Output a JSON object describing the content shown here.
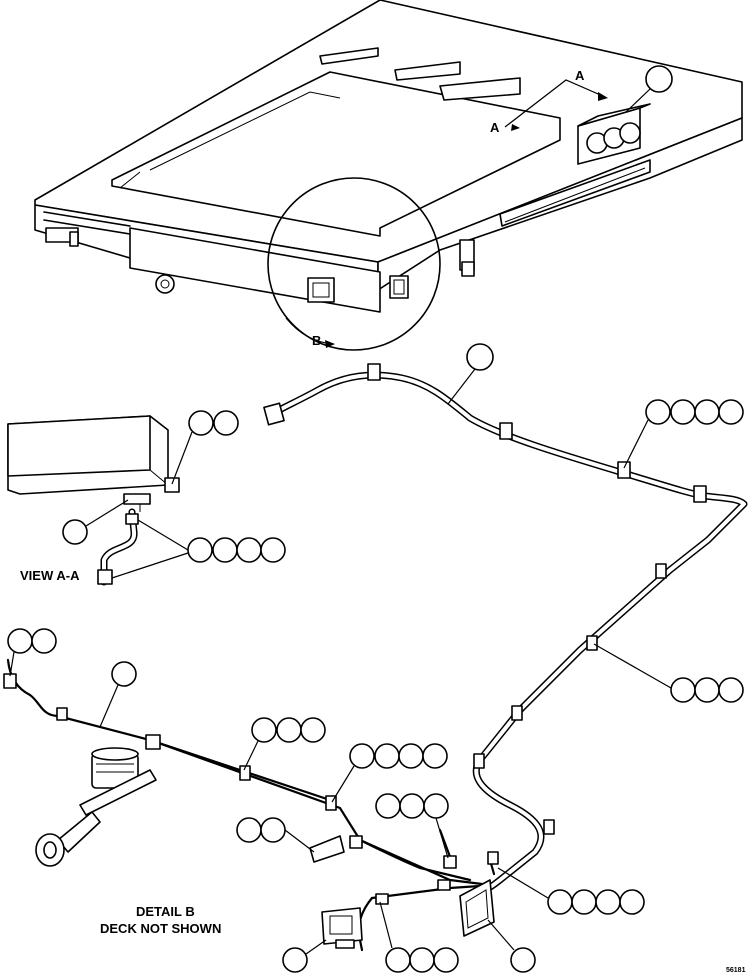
{
  "labels": {
    "view_a_left": "A",
    "view_a_right": "A",
    "detail_b_arrow": "B",
    "view_aa": "VIEW A-A",
    "detail_b_line1": "DETAIL B",
    "detail_b_line2": "DECK NOT SHOWN",
    "figure_number": "56181"
  },
  "colors": {
    "line": "#000000",
    "background": "#ffffff"
  }
}
